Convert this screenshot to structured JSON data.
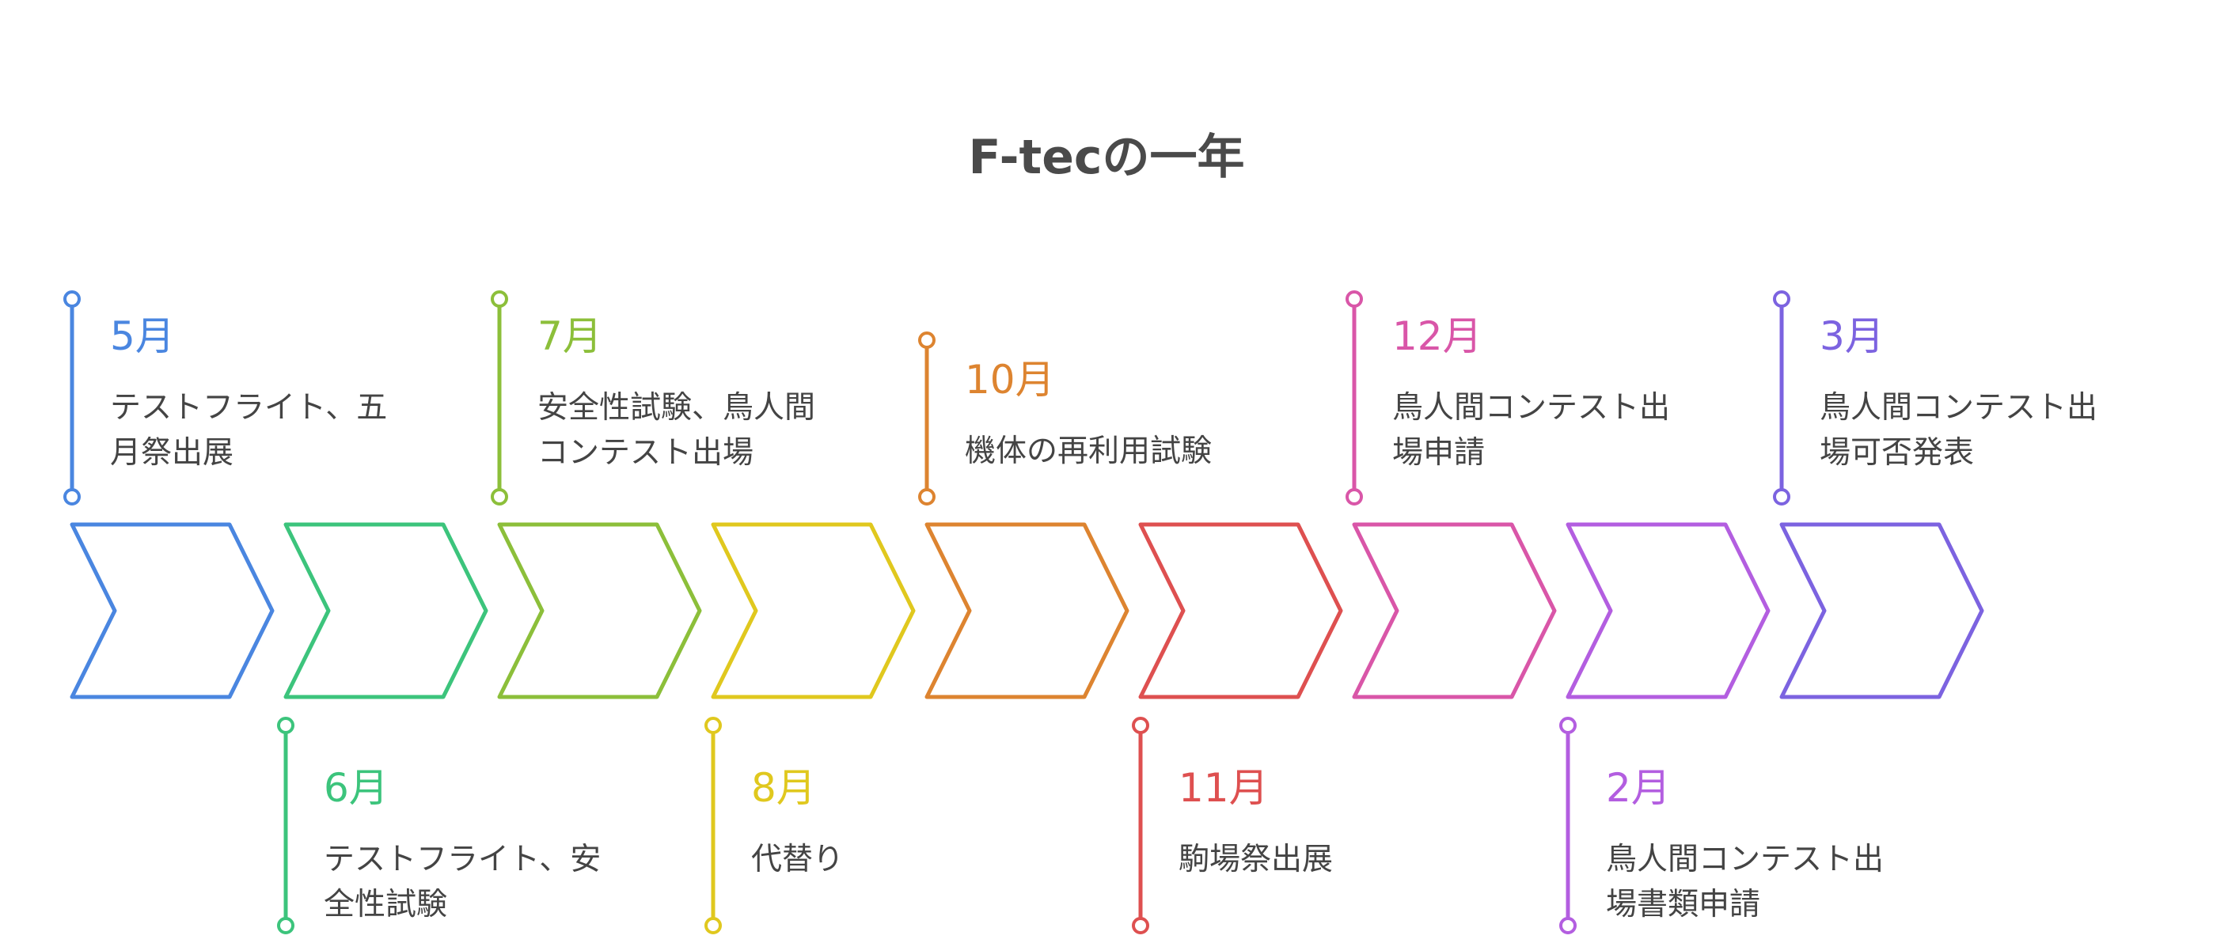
{
  "title": "F-tecの一年",
  "steps": [
    {
      "month": "5月",
      "desc": "テストフライト、五月祭出展",
      "lines": [
        "テストフライト、五",
        "月祭出展"
      ],
      "position": "top",
      "color": "#4a86e0"
    },
    {
      "month": "6月",
      "desc": "テストフライト、安全性試験",
      "lines": [
        "テストフライト、安",
        "全性試験"
      ],
      "position": "bottom",
      "color": "#3cc47c"
    },
    {
      "month": "7月",
      "desc": "安全性試験、鳥人間コンテスト出場",
      "lines": [
        "安全性試験、鳥人間",
        "コンテスト出場"
      ],
      "position": "top",
      "color": "#8cbf3a"
    },
    {
      "month": "8月",
      "desc": "代替り",
      "lines": [
        "代替り"
      ],
      "position": "bottom",
      "color": "#e0c81e"
    },
    {
      "month": "10月",
      "desc": "機体の再利用試験",
      "lines": [
        "機体の再利用試験"
      ],
      "position": "top-short",
      "color": "#dd8430"
    },
    {
      "month": "11月",
      "desc": "駒場祭出展",
      "lines": [
        "駒場祭出展"
      ],
      "position": "bottom",
      "color": "#de5050"
    },
    {
      "month": "12月",
      "desc": "鳥人間コンテスト出場申請",
      "lines": [
        "鳥人間コンテスト出",
        "場申請"
      ],
      "position": "top",
      "color": "#d956a8"
    },
    {
      "month": "2月",
      "desc": "鳥人間コンテスト出場書類申請",
      "lines": [
        "鳥人間コンテスト出",
        "場書類申請"
      ],
      "position": "bottom",
      "color": "#b35ee0"
    },
    {
      "month": "3月",
      "desc": "鳥人間コンテスト出場可否発表",
      "lines": [
        "鳥人間コンテスト出",
        "場可否発表"
      ],
      "position": "top",
      "color": "#7c63e0"
    }
  ]
}
